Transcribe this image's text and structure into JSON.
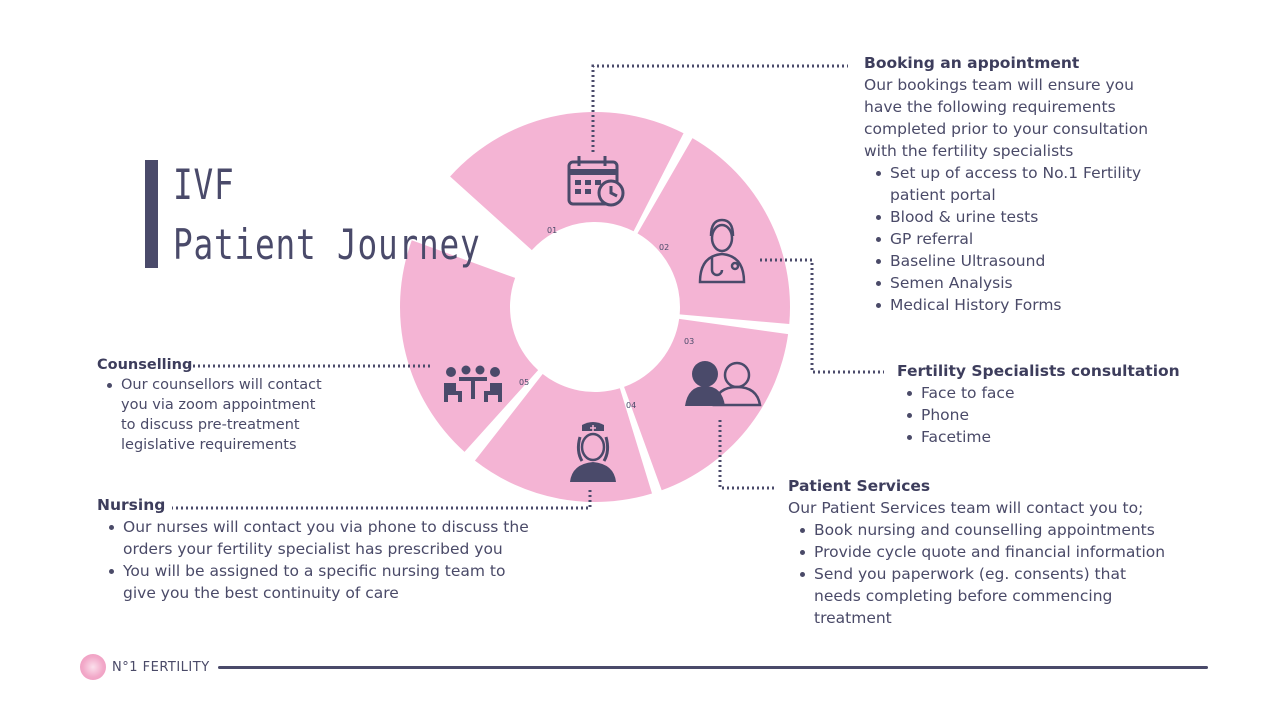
{
  "title": {
    "line1": "IVF",
    "line2": "Patient Journey"
  },
  "colors": {
    "segment": "#f4b4d4",
    "ink": "#4a4a6a",
    "text": "#4a4a68"
  },
  "segments": [
    {
      "number": "01",
      "icon": "calendar-clock-icon"
    },
    {
      "number": "02",
      "icon": "doctor-icon"
    },
    {
      "number": "03",
      "icon": "two-people-icon"
    },
    {
      "number": "04",
      "icon": "nurse-icon"
    },
    {
      "number": "05",
      "icon": "meeting-table-icon"
    }
  ],
  "booking": {
    "heading": "Booking an appointment",
    "intro": [
      "Our bookings team will ensure you",
      "have the following requirements",
      "completed prior to your consultation",
      "with the fertility specialists"
    ],
    "items": [
      "Set up of access to No.1 Fertility",
      "patient portal",
      "Blood & urine tests",
      "GP referral",
      "Baseline Ultrasound",
      "Semen Analysis",
      "Medical History Forms"
    ]
  },
  "consultation": {
    "heading": "Fertility Specialists consultation",
    "items": [
      "Face to face",
      "Phone",
      "Facetime"
    ]
  },
  "patient_services": {
    "heading": "Patient Services",
    "intro": "Our Patient Services team will contact you to;",
    "items": [
      "Book nursing and counselling appointments",
      "Provide cycle quote and financial information",
      "Send you paperwork (eg. consents) that",
      "needs completing before commencing",
      "treatment"
    ]
  },
  "nursing": {
    "heading": "Nursing",
    "items": [
      "Our nurses will contact you via phone to discuss the",
      "orders your fertility specialist has prescribed you",
      "You will be assigned to a specific nursing team to",
      "give you the best continuity of care"
    ]
  },
  "counselling": {
    "heading": "Counselling",
    "items": [
      "Our counsellors will contact",
      "you via zoom appointment",
      "to discuss pre-treatment",
      "legislative requirements"
    ]
  },
  "footer": {
    "brand": "N°1 FERTILITY"
  }
}
